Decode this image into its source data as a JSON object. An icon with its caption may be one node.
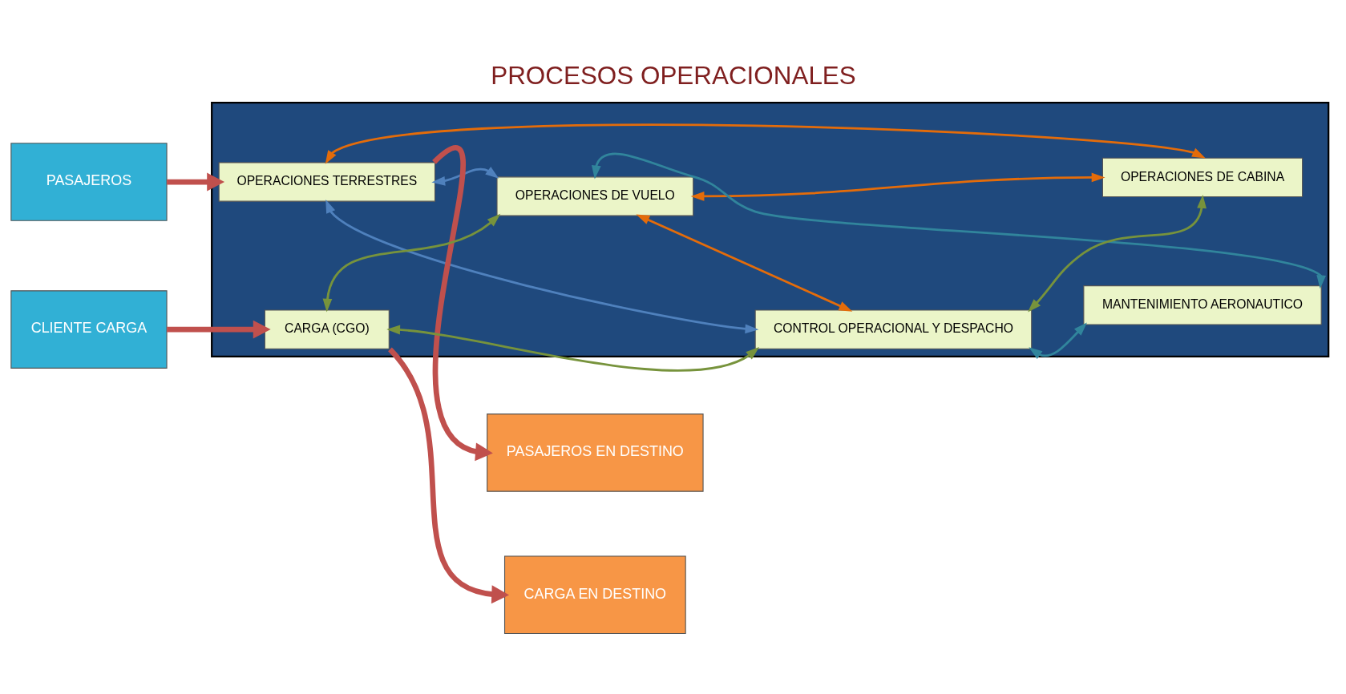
{
  "diagram": {
    "title": "PROCESOS OPERACIONALES",
    "nodes": [
      {
        "text": [
          "PASAJEROS"
        ]
      },
      {
        "text": [
          "CLIENTE CARGA"
        ]
      },
      {
        "text": [],
        "shape": "box"
      },
      {
        "text": [
          "OPERACIONES TERRESTRES"
        ],
        "in": 2
      },
      {
        "text": [
          "OPERACIONES DE VUELO"
        ],
        "in": 2
      },
      {
        "text": [
          "OPERACIONES DE CABINA"
        ],
        "in": 2
      },
      {
        "text": [
          "CONTROL OPERACIONAL Y DESPACHO"
        ],
        "in": 2
      },
      {
        "text": [
          "MANTENIMIENTO AERONAUTICO"
        ],
        "in": 2
      },
      {
        "text": [
          "CARGA (CGO)"
        ],
        "in": 2
      },
      {
        "text": [
          "PASAJEROS EN DESTINO"
        ]
      },
      {
        "text": [
          "CARGA EN DESTINO"
        ]
      }
    ],
    "edges": [
      {
        "from": 0,
        "to": 3,
        "arrow": "to",
        "style": "thick",
        "color": "#c0504d"
      },
      {
        "from": 1,
        "to": 8,
        "arrow": "to",
        "style": "thick",
        "color": "#c0504d"
      },
      {
        "from": 3,
        "to": 9,
        "arrow": "to",
        "style": "thick",
        "color": "#c0504d"
      },
      {
        "from": 8,
        "to": 10,
        "arrow": "to",
        "style": "thick",
        "color": "#c0504d"
      },
      {
        "from": 3,
        "to": 5,
        "arrow": "both",
        "color": "#e46c0a"
      },
      {
        "from": 3,
        "to": 4,
        "arrow": "both",
        "color": "#4f81bd"
      },
      {
        "from": 4,
        "to": 5,
        "arrow": "both",
        "color": "#e46c0a"
      },
      {
        "from": 4,
        "to": 6,
        "arrow": "both",
        "color": "#e46c0a"
      },
      {
        "from": 8,
        "to": 4,
        "arrow": "both",
        "color": "#77933c"
      },
      {
        "from": 6,
        "to": 5,
        "arrow": "both",
        "color": "#77933c"
      },
      {
        "from": 8,
        "to": 6,
        "arrow": "both",
        "color": "#77933c"
      },
      {
        "from": 4,
        "to": 7,
        "arrow": "both",
        "color": "#31859c"
      },
      {
        "from": 6,
        "to": 7,
        "arrow": "both",
        "color": "#31859c"
      },
      {
        "from": 3,
        "to": 6,
        "arrow": "both",
        "color": "#4f81bd"
      }
    ]
  }
}
